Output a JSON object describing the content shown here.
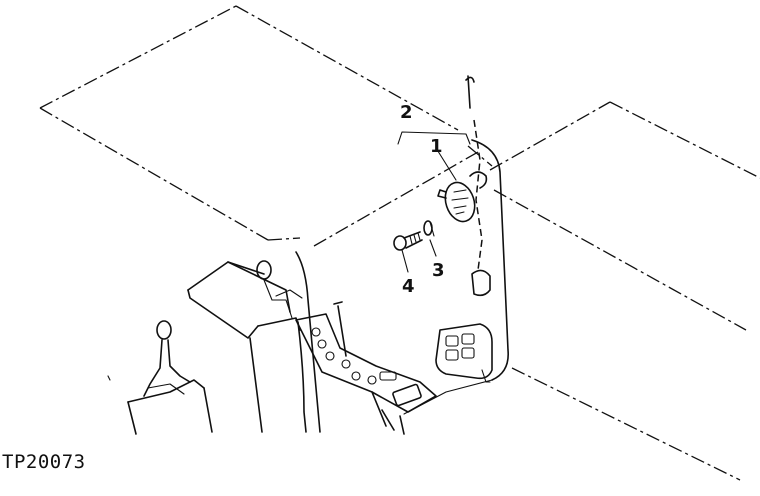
{
  "diagram": {
    "callouts": [
      {
        "id": "1",
        "label": "1"
      },
      {
        "id": "2",
        "label": "2"
      },
      {
        "id": "3",
        "label": "3"
      },
      {
        "id": "4",
        "label": "4"
      }
    ],
    "figure_id": "TP20073"
  }
}
